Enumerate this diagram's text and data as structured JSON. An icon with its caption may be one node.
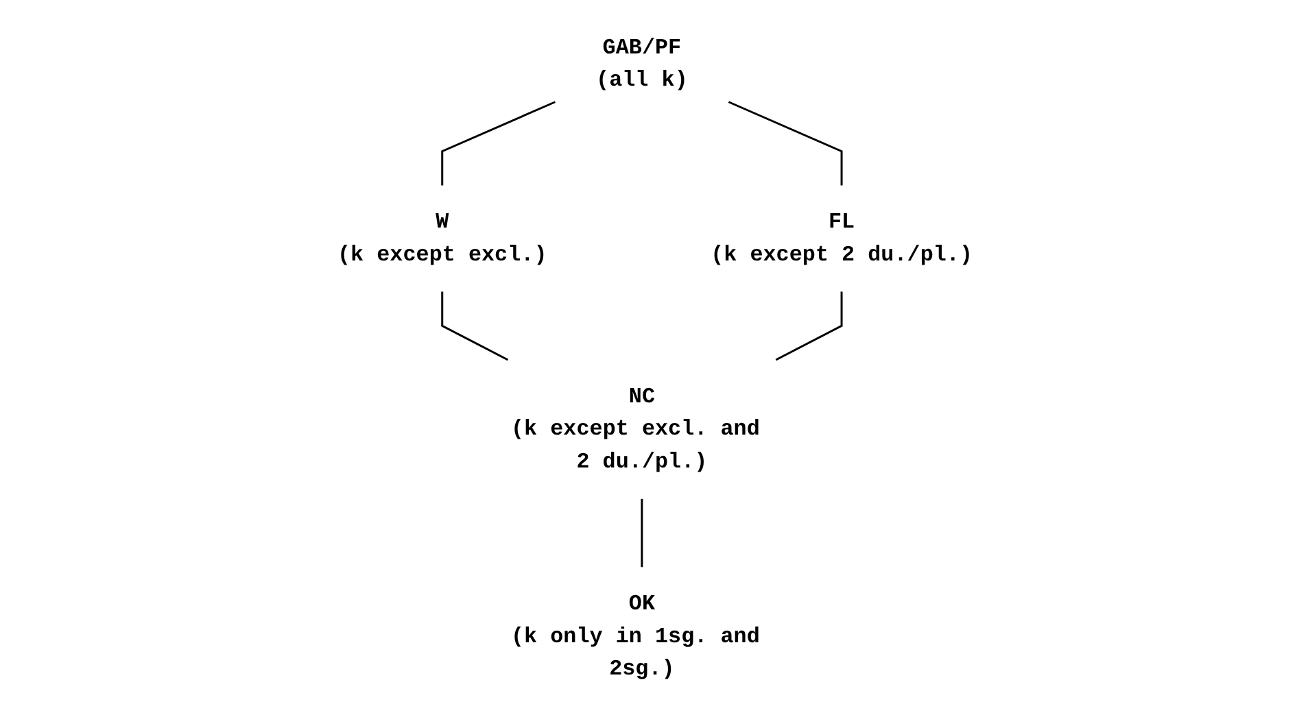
{
  "diagram": {
    "nodes": [
      {
        "text": [
          "GAB/PF",
          "(all k)"
        ]
      },
      {
        "text": [
          "W",
          "(k except excl.)"
        ]
      },
      {
        "text": [
          "FL",
          "(k except 2 du./pl.)"
        ]
      },
      {
        "text": [
          "NC",
          "(k except excl. and 2 du./pl.)"
        ]
      },
      {
        "text": [
          "OK",
          "(k only in 1sg. and 2sg.)"
        ]
      }
    ],
    "edges": [
      {
        "from": 0,
        "to": 1,
        "arrow": "none"
      },
      {
        "from": 0,
        "to": 2,
        "arrow": "none"
      },
      {
        "from": 1,
        "to": 3,
        "arrow": "none"
      },
      {
        "from": 2,
        "to": 3,
        "arrow": "none"
      },
      {
        "from": 3,
        "to": 4,
        "arrow": "none"
      }
    ]
  }
}
